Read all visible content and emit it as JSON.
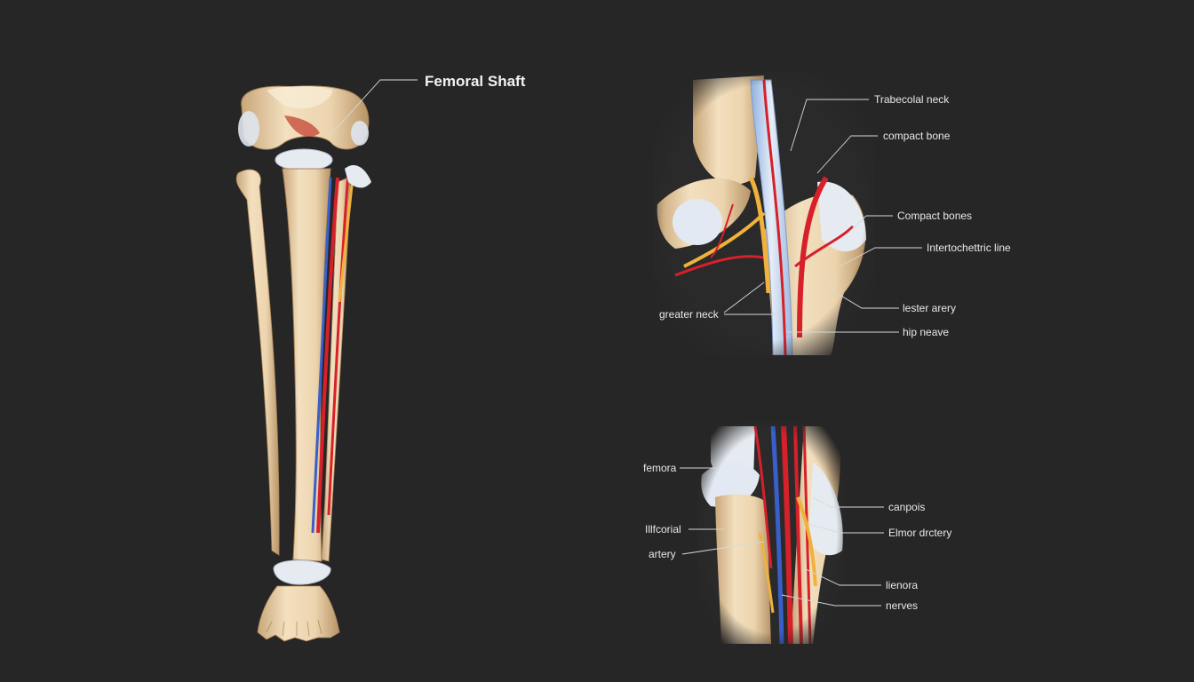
{
  "diagram": {
    "main_label": "Femoral Shaft",
    "upper_panel_labels": {
      "trabecular_neck": "Trabecolal neck",
      "compact_bone": "compact bone",
      "compact_bones": "Compact bones",
      "intertrochanteric_line": "Intertochettric line",
      "greater_neck": "greater neck",
      "lesser_artery": "lester arery",
      "hip_nerve": "hip neave"
    },
    "lower_panel_labels": {
      "femora": "femora",
      "iliofemoral": "Illfcorial",
      "artery": "artery",
      "canpois": "canpois",
      "femor_artery": "Elmor drctery",
      "lienora": "lienora",
      "nerves": "nerves"
    },
    "colors": {
      "background": "#262626",
      "bone": "#ecd4ae",
      "cartilage": "#dfe6f0",
      "artery": "#d6202a",
      "vein": "#3a5fc8",
      "nerve": "#f0b23a"
    }
  }
}
